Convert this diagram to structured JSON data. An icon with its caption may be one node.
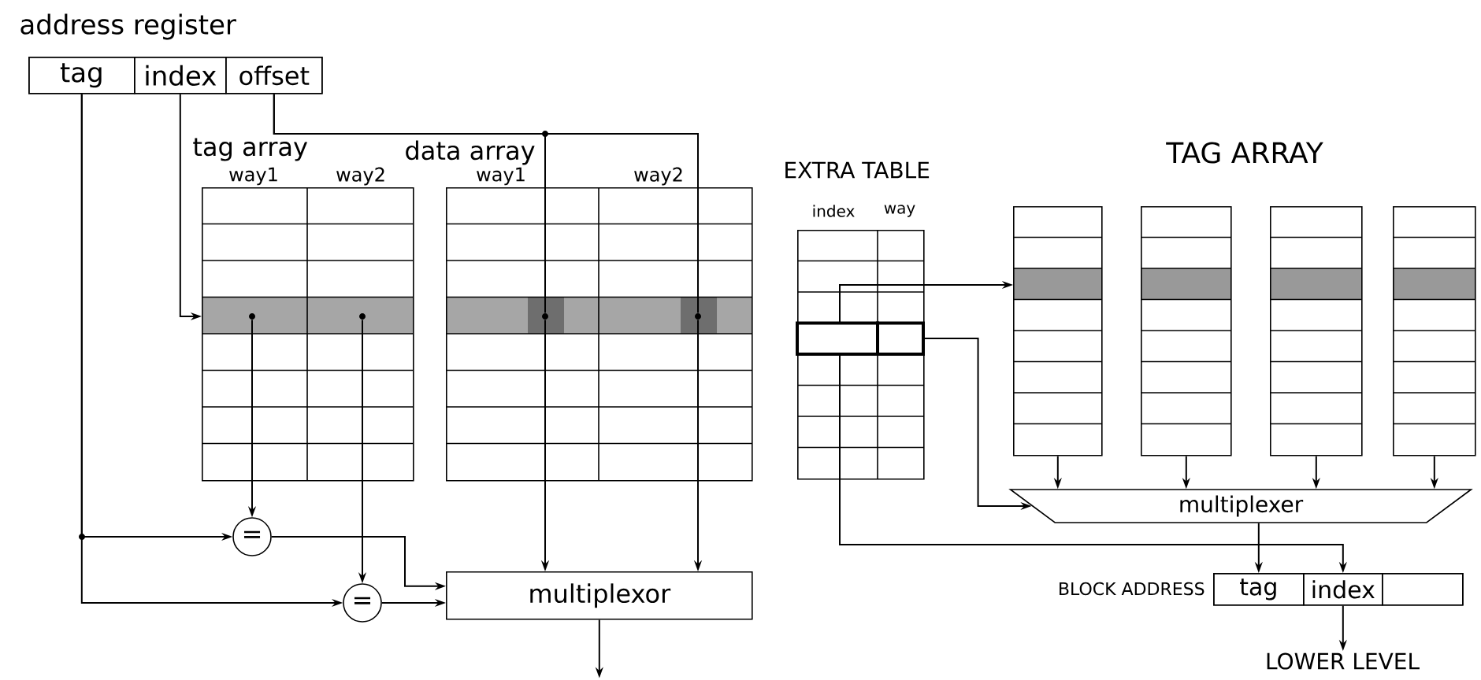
{
  "diagram": {
    "nodes": [
      {
        "text": [
          "address register"
        ]
      },
      {
        "text": [
          "tag"
        ],
        "in": 0
      },
      {
        "text": [
          "index"
        ],
        "in": 0
      },
      {
        "text": [
          "offset"
        ],
        "in": 0
      },
      {
        "text": [
          "tag array",
          "way1",
          "way2"
        ]
      },
      {
        "text": [
          "data array",
          "way1",
          "way2"
        ]
      },
      {
        "text": [
          "="
        ]
      },
      {
        "text": [
          "="
        ]
      },
      {
        "text": [
          "multiplexor"
        ]
      },
      {
        "text": [
          "EXTRA TABLE",
          "index",
          "way"
        ]
      },
      {
        "text": [],
        "shape": "box"
      },
      {
        "text": [],
        "shape": "box"
      },
      {
        "text": [],
        "shape": "box"
      },
      {
        "text": [],
        "shape": "box"
      },
      {
        "text": [
          "multiplexer"
        ]
      },
      {
        "text": [],
        "shape": "box",
        "beside": [
          "BLOCK ADDRESS"
        ]
      },
      {
        "text": [
          "tag"
        ],
        "in": 15
      },
      {
        "text": [
          "index"
        ],
        "in": 15
      },
      {
        "text": [],
        "shape": "box",
        "in": 15
      },
      {
        "text": [
          "LOWER LEVEL"
        ]
      },
      {
        "text": [],
        "shape": "circle",
        "in": 5
      },
      {
        "text": [],
        "shape": "circle",
        "in": 5
      },
      {
        "text": [],
        "shape": "circle",
        "in": 4
      },
      {
        "text": [],
        "shape": "circle",
        "in": 4
      }
    ],
    "edges": [
      {
        "from": 1,
        "to": 6,
        "arrow": "to"
      },
      {
        "from": 1,
        "to": 7,
        "arrow": "to"
      },
      {
        "from": 2,
        "to": 4,
        "arrow": "to"
      },
      {
        "from": 3,
        "to": 20,
        "arrow": "none"
      },
      {
        "from": 3,
        "to": 21,
        "arrow": "none"
      },
      {
        "from": 22,
        "to": 6,
        "arrow": "to"
      },
      {
        "from": 23,
        "to": 7,
        "arrow": "to"
      },
      {
        "from": 6,
        "to": 8,
        "arrow": "to"
      },
      {
        "from": 7,
        "to": 8,
        "arrow": "to"
      },
      {
        "from": 8,
        "to": null,
        "arrow": "to"
      },
      {
        "from": 9,
        "to": 10,
        "arrow": "to"
      },
      {
        "from": 9,
        "to": 14,
        "arrow": "to"
      },
      {
        "from": 10,
        "to": 14,
        "arrow": "to"
      },
      {
        "from": 11,
        "to": 14,
        "arrow": "to"
      },
      {
        "from": 12,
        "to": 14,
        "arrow": "to"
      },
      {
        "from": 13,
        "to": 14,
        "arrow": "to"
      },
      {
        "from": 14,
        "to": 16,
        "arrow": "to"
      },
      {
        "from": 9,
        "to": 17,
        "arrow": "to"
      },
      {
        "from": 17,
        "to": 19,
        "arrow": "to"
      },
      {
        "from": 20,
        "to": 8,
        "arrow": "to"
      },
      {
        "from": 21,
        "to": 8,
        "arrow": "to"
      }
    ],
    "labels": [
      "TAG ARRAY"
    ]
  }
}
